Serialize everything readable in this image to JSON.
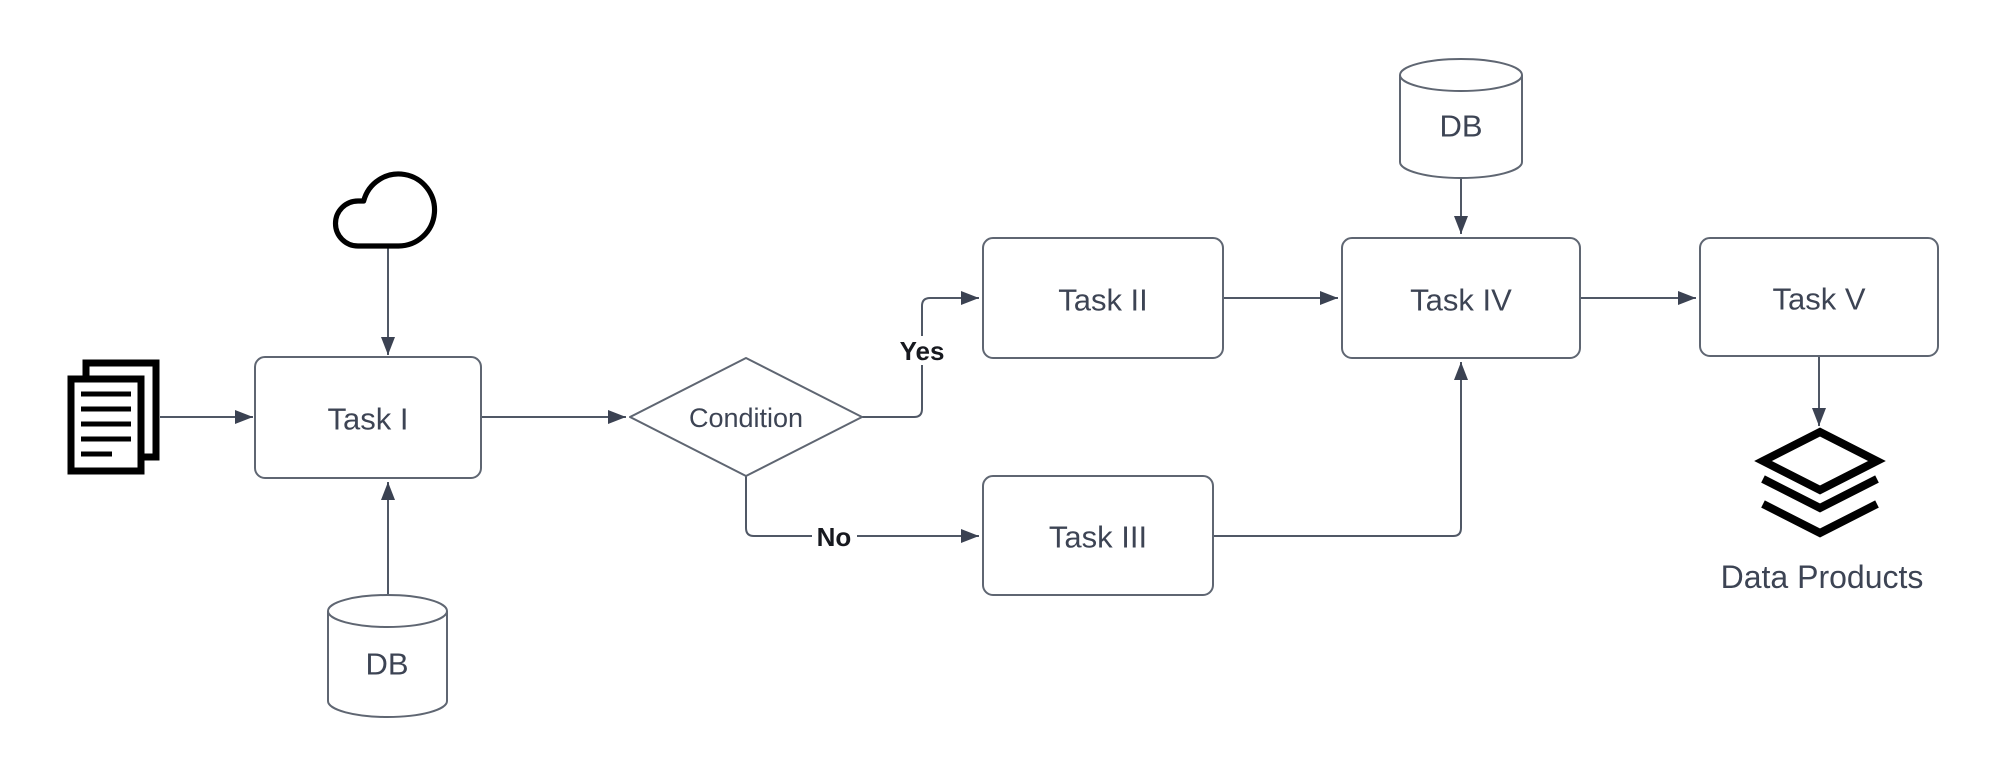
{
  "diagram": {
    "nodes": {
      "task1": {
        "label": "Task I"
      },
      "task2": {
        "label": "Task II"
      },
      "task3": {
        "label": "Task III"
      },
      "task4": {
        "label": "Task IV"
      },
      "task5": {
        "label": "Task V"
      },
      "condition": {
        "label": "Condition"
      },
      "db_input": {
        "label": "DB"
      },
      "db_task4": {
        "label": "DB"
      },
      "data_products": {
        "label": "Data Products"
      }
    },
    "edges": {
      "yes_label": "Yes",
      "no_label": "No"
    },
    "icons": {
      "source": "documents-icon",
      "cloud": "cloud-icon",
      "database": "database-cylinder-icon",
      "output": "layers-icon"
    },
    "colors": {
      "background": "#ffffff",
      "node-fill": "#ffffff",
      "node-border": "#5f6672",
      "edge-stroke": "#505866",
      "arrowhead": "#3b4252",
      "node-text": "#3d4454",
      "edge-label-text": "#17191f",
      "icon-stroke": "#000000"
    }
  }
}
